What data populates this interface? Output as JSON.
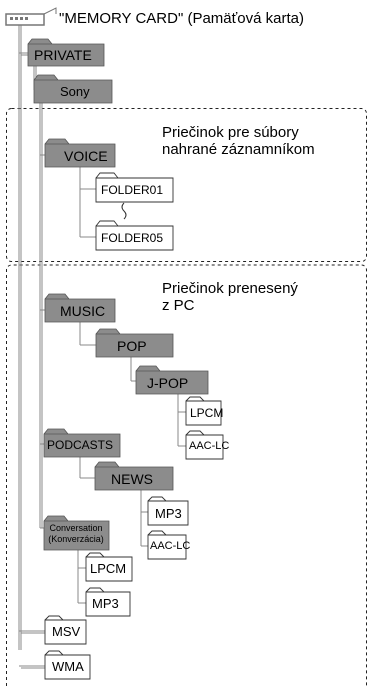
{
  "root": {
    "label": "\"MEMORY CARD\" (Pamäťová karta)"
  },
  "folders": {
    "private": "PRIVATE",
    "sony": "Sony",
    "voice": "VOICE",
    "folder01": "FOLDER01",
    "folder05": "FOLDER05",
    "music": "MUSIC",
    "pop": "POP",
    "jpop": "J-POP",
    "jpop_lpcm": "LPCM",
    "jpop_aac": "AAC-LC",
    "podcasts": "PODCASTS",
    "news": "NEWS",
    "news_mp3": "MP3",
    "news_aac": "AAC-LC",
    "conversation_line1": "Conversation",
    "conversation_line2": "(Konverzácia)",
    "conv_lpcm": "LPCM",
    "conv_mp3": "MP3",
    "msv": "MSV",
    "wma": "WMA"
  },
  "captions": {
    "voice_box": "Priečinok pre súbory\nnahrané záznamníkom",
    "pc_box": "Priečinok prenesený\nz PC"
  },
  "colors": {
    "folder_fill": "#8c8c8c",
    "line": "#888888",
    "box_border": "#222222",
    "white_folder_fill": "#ffffff"
  }
}
